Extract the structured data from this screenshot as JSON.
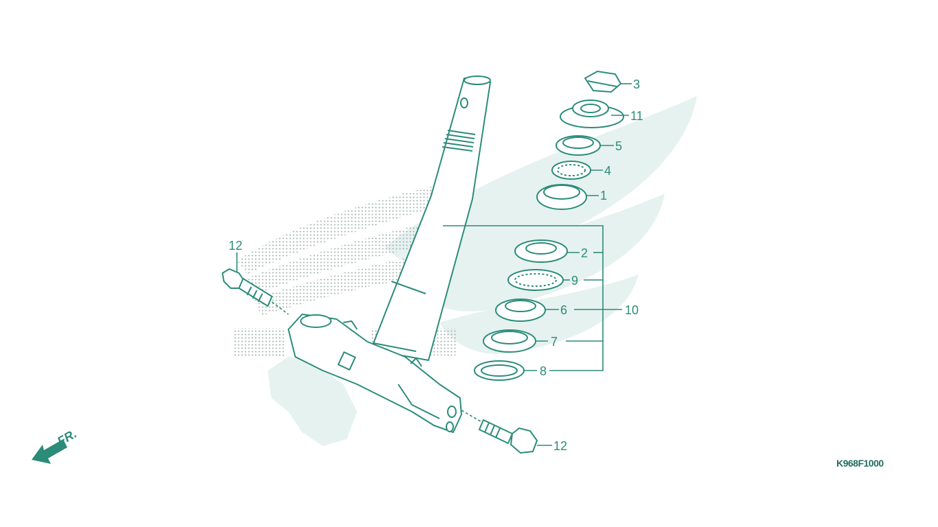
{
  "diagram": {
    "part_code": "K968F1000",
    "direction_label": "FR.",
    "colors": {
      "line": "#2a8c79",
      "watermark": "#e6f2ef",
      "dots": "#9aa8a4"
    },
    "callouts": [
      {
        "id": "c3",
        "label": "3"
      },
      {
        "id": "c11",
        "label": "11"
      },
      {
        "id": "c5",
        "label": "5"
      },
      {
        "id": "c4",
        "label": "4"
      },
      {
        "id": "c1",
        "label": "1"
      },
      {
        "id": "c2",
        "label": "2"
      },
      {
        "id": "c9",
        "label": "9"
      },
      {
        "id": "c6",
        "label": "6"
      },
      {
        "id": "c10",
        "label": "10"
      },
      {
        "id": "c7",
        "label": "7"
      },
      {
        "id": "c8",
        "label": "8"
      },
      {
        "id": "c12a",
        "label": "12"
      },
      {
        "id": "c12b",
        "label": "12"
      }
    ]
  }
}
